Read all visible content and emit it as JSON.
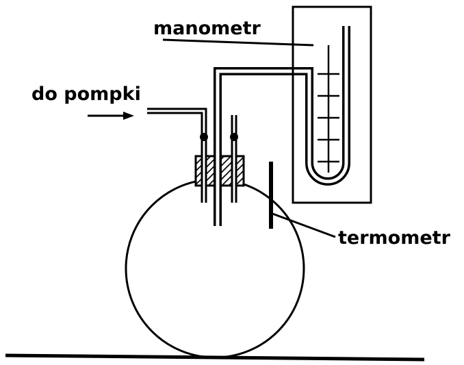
{
  "labels": {
    "manometer": "manometr",
    "pump": "do pompki",
    "thermometer": "termometr"
  },
  "colors": {
    "ink": "#000000",
    "paper": "#ffffff"
  }
}
